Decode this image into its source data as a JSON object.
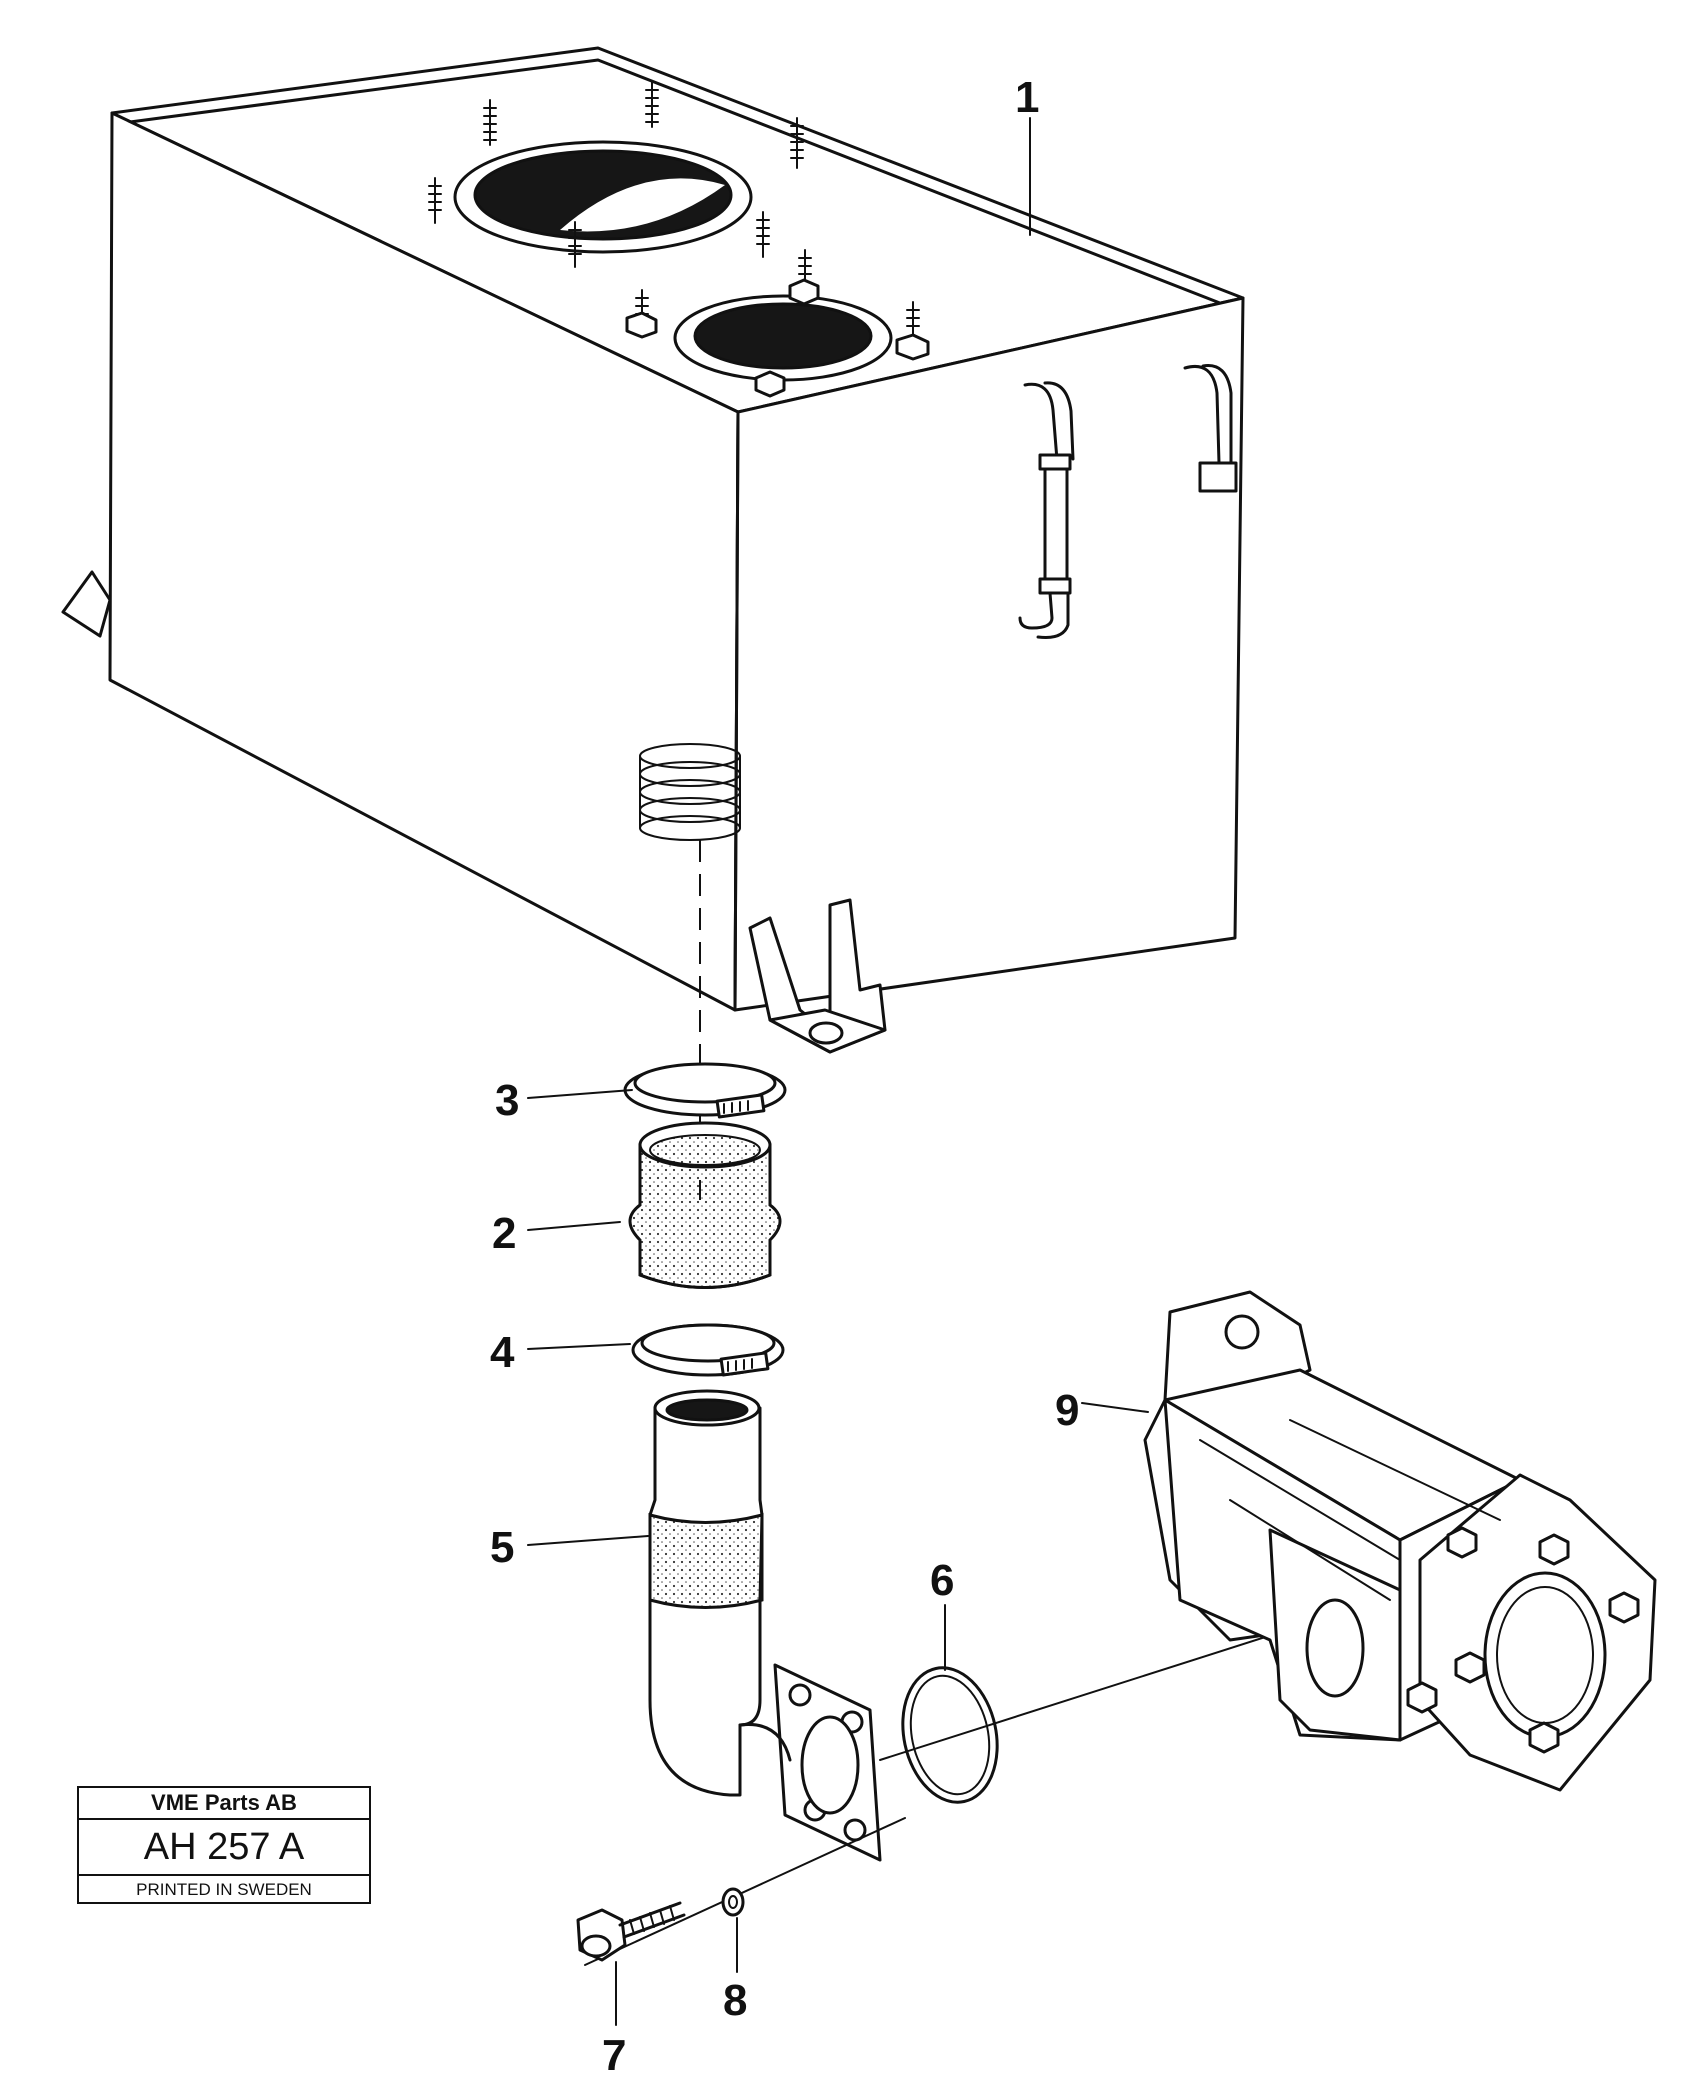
{
  "diagram": {
    "callouts": [
      "1",
      "2",
      "3",
      "4",
      "5",
      "6",
      "7",
      "8",
      "9"
    ],
    "title_block": {
      "company": "VME Parts AB",
      "drawing_number": "AH 257 A",
      "printed": "PRINTED IN SWEDEN"
    }
  }
}
